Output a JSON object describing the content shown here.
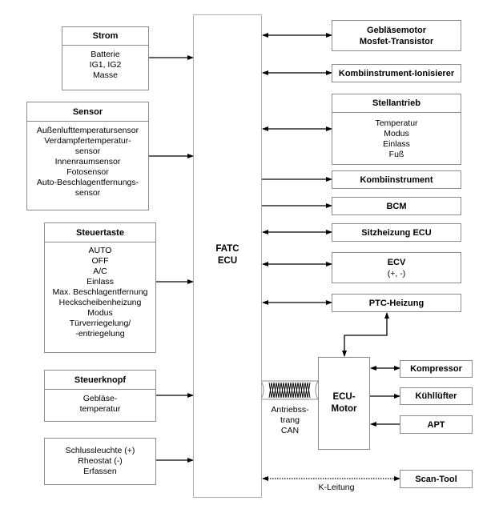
{
  "inputs": {
    "strom": {
      "title": "Strom",
      "items": [
        "Batterie",
        "IG1, IG2",
        "Masse"
      ]
    },
    "sensor": {
      "title": "Sensor",
      "items": [
        "Außenlufttemperatursensor",
        "Verdampfertemperatur-",
        "sensor",
        "Innenraumsensor",
        "Fotosensor",
        "Auto-Beschlagentfernungs-",
        "sensor"
      ]
    },
    "steuertaste": {
      "title": "Steuertaste",
      "items": [
        "AUTO",
        "OFF",
        "A/C",
        "Einlass",
        "Max. Beschlagentfernung",
        "Heckscheibenheizung",
        "Modus",
        "Türverriegelung/",
        "-entriegelung"
      ]
    },
    "steuerknopf": {
      "title": "Steuerknopf",
      "items": [
        "Gebläse-",
        "temperatur"
      ]
    },
    "schlussleuchte": {
      "items": [
        "Schlussleuchte (+)",
        "Rheostat (-)",
        "Erfassen"
      ]
    }
  },
  "center": {
    "line1": "FATC",
    "line2": "ECU"
  },
  "outputs": {
    "geblaesemotor": {
      "line1": "Gebläsemotor",
      "line2": "Mosfet-Transistor"
    },
    "ionisierer": {
      "title": "Kombiinstrument-Ionisierer"
    },
    "stellantrieb": {
      "title": "Stellantrieb",
      "items": [
        "Temperatur",
        "Modus",
        "Einlass",
        "Fuß"
      ]
    },
    "kombiinstrument": {
      "title": "Kombiinstrument"
    },
    "bcm": {
      "title": "BCM"
    },
    "sitzheizung": {
      "title": "Sitzheizung ECU"
    },
    "ecv": {
      "title": "ECV",
      "sub": "(+, -)"
    },
    "ptc": {
      "title": "PTC-Heizung"
    }
  },
  "engine": {
    "ecu_motor": {
      "line1": "ECU-",
      "line2": "Motor"
    },
    "kompressor": {
      "title": "Kompressor"
    },
    "kuehlluefter": {
      "title": "Kühllüfter"
    },
    "apt": {
      "title": "APT"
    },
    "can_label": [
      "Antriebss-",
      "trang",
      "CAN"
    ]
  },
  "scan": {
    "title": "Scan-Tool",
    "link_label": "K-Leitung"
  }
}
